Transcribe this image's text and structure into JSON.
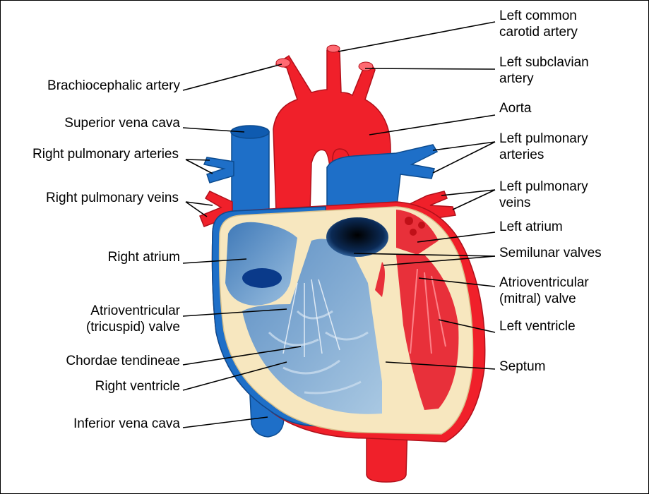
{
  "diagram": {
    "labels_left": {
      "brachiocephalic": "Brachiocephalic artery",
      "superior_vena_cava": "Superior vena cava",
      "right_pulmonary_arteries": "Right pulmonary arteries",
      "right_pulmonary_veins": "Right pulmonary veins",
      "right_atrium": "Right atrium",
      "tricuspid_valve": "Atrioventricular\n(tricuspid) valve",
      "chordae_tendineae": "Chordae tendineae",
      "right_ventricle": "Right ventricle",
      "inferior_vena_cava": "Inferior vena cava"
    },
    "labels_right": {
      "left_common_carotid": "Left common\ncarotid artery",
      "left_subclavian": "Left subclavian\nartery",
      "aorta": "Aorta",
      "left_pulmonary_arteries": "Left pulmonary\narteries",
      "left_pulmonary_veins": "Left pulmonary\nveins",
      "left_atrium": "Left atrium",
      "semilunar_valves": "Semilunar valves",
      "mitral_valve": "Atrioventricular\n(mitral) valve",
      "left_ventricle": "Left ventricle",
      "septum": "Septum"
    },
    "colors": {
      "oxygenated": "#f0202a",
      "deoxygenated": "#1e6fc8",
      "muscle": "#f7e7bf",
      "chamber_right": "#7aa6cf",
      "chamber_left": "#e8303a"
    }
  }
}
